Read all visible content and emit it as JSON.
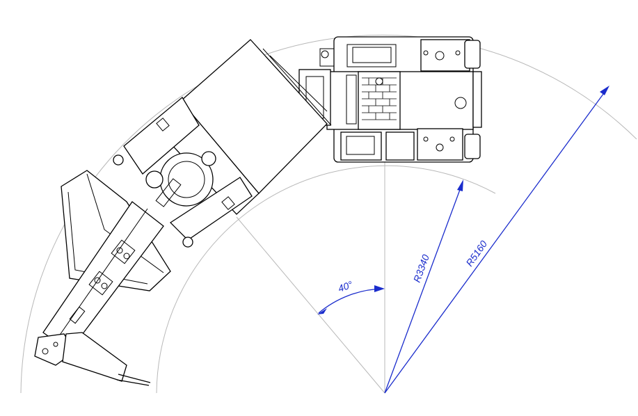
{
  "dimensions": {
    "inner_radius_label": "R3340",
    "outer_radius_label": "R5160",
    "angle_label": "40°"
  },
  "colors": {
    "dimension": "#1a2ccc",
    "construction": "#b8b8b8",
    "ink": "#000000",
    "background": "#ffffff"
  }
}
